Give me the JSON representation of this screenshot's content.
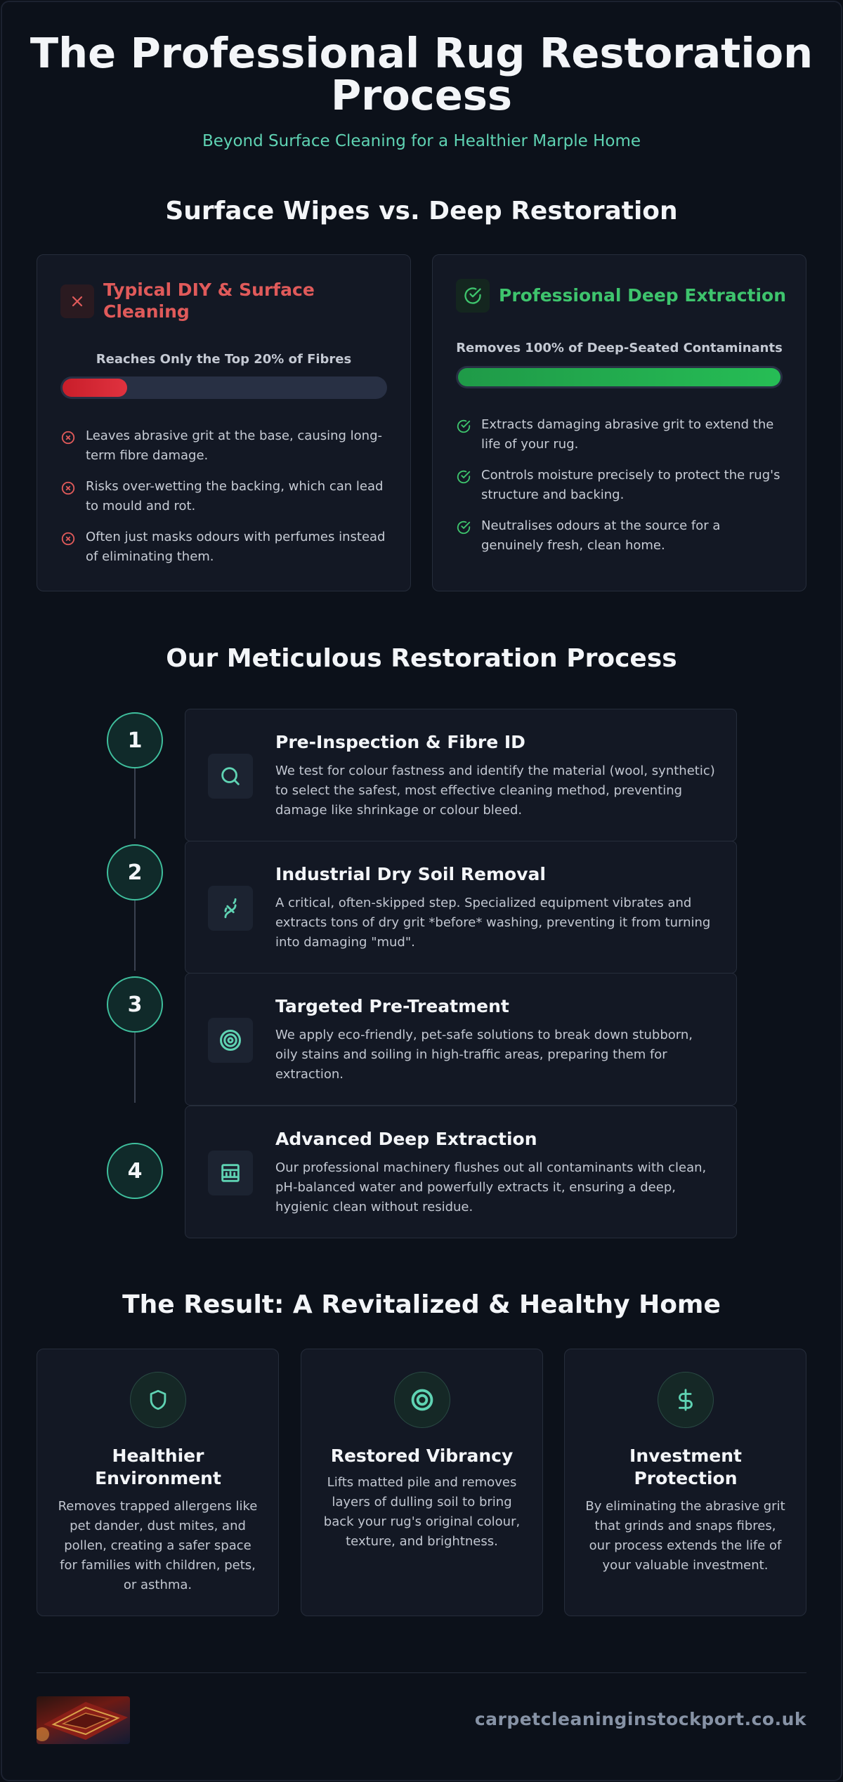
{
  "header": {
    "title": "The Professional Rug Restoration Process",
    "subtitle": "Beyond Surface Cleaning for a Healthier Marple Home"
  },
  "comparison": {
    "section_title": "Surface Wipes vs. Deep Restoration",
    "diy": {
      "title": "Typical DIY & Surface Cleaning",
      "bar_label": "Reaches Only the Top 20% of Fibres",
      "bar_percent": 20,
      "accent_color": "#e05a5a",
      "icon": "x-icon",
      "items": [
        "Leaves abrasive grit at the base, causing long-term fibre damage.",
        "Risks over-wetting the backing, which can lead to mould and rot.",
        "Often just masks odours with perfumes instead of eliminating them."
      ]
    },
    "pro": {
      "title": "Professional Deep Extraction",
      "bar_label": "Removes 100% of Deep-Seated Contaminants",
      "bar_percent": 100,
      "accent_color": "#3ec46d",
      "icon": "check-circle-icon",
      "items": [
        "Extracts damaging abrasive grit to extend the life of your rug.",
        "Controls moisture precisely to protect the rug's structure and backing.",
        "Neutralises odours at the source for a genuinely fresh, clean home."
      ]
    }
  },
  "process": {
    "section_title": "Our Meticulous Restoration Process",
    "steps": [
      {
        "number": "1",
        "icon": "search-icon",
        "title": "Pre-Inspection & Fibre ID",
        "description": "We test for colour fastness and identify the material (wool, synthetic) to select the safest, most effective cleaning method, preventing damage like shrinkage or colour bleed."
      },
      {
        "number": "2",
        "icon": "dna-icon",
        "title": "Industrial Dry Soil Removal",
        "description": "A critical, often-skipped step. Specialized equipment vibrates and extracts tons of dry grit *before* washing, preventing it from turning into damaging \"mud\"."
      },
      {
        "number": "3",
        "icon": "target-icon",
        "title": "Targeted Pre-Treatment",
        "description": "We apply eco-friendly, pet-safe solutions to break down stubborn, oily stains and soiling in high-traffic areas, preparing them for extraction."
      },
      {
        "number": "4",
        "icon": "extractor-icon",
        "title": "Advanced Deep Extraction",
        "description": "Our professional machinery flushes out all contaminants with clean, pH-balanced water and powerfully extracts it, ensuring a deep, hygienic clean without residue."
      }
    ]
  },
  "results": {
    "section_title": "The Result: A Revitalized & Healthy Home",
    "cards": [
      {
        "icon": "shield-icon",
        "title": "Healthier Environment",
        "description": "Removes trapped allergens like pet dander, dust mites, and pollen, creating a safer space for families with children, pets, or asthma."
      },
      {
        "icon": "target-icon",
        "title": "Restored Vibrancy",
        "description": "Lifts matted pile and removes layers of dulling soil to bring back your rug's original colour, texture, and brightness."
      },
      {
        "icon": "dollar-icon",
        "title": "Investment Protection",
        "description": "By eliminating the abrasive grit that grinds and snaps fibres, our process extends the life of your valuable investment."
      }
    ]
  },
  "footer": {
    "url": "carpetcleaninginstockport.co.uk"
  },
  "colors": {
    "accent_teal": "#5fd3b3",
    "danger_red": "#e05a5a",
    "success_green": "#3ec46d",
    "background": "#0c111a"
  }
}
